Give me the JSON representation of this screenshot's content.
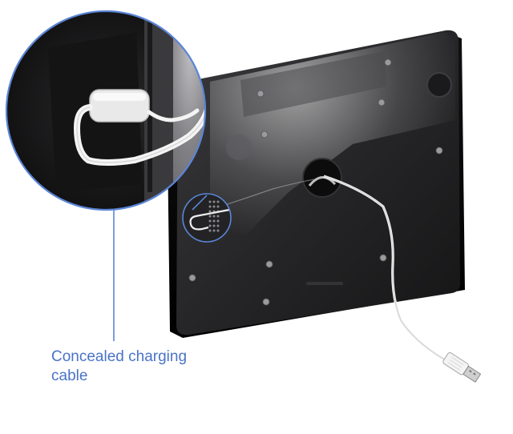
{
  "callout": {
    "line1": "Concealed charging",
    "line2": "cable"
  },
  "colors": {
    "accent": "#5b85d6",
    "label": "#4a73c7",
    "device_body": "#1d1d1f",
    "device_frame": "#2a2a2c",
    "cable": "#f2f2f2"
  },
  "icons": {
    "magnifier": "zoom-circle-callout"
  }
}
